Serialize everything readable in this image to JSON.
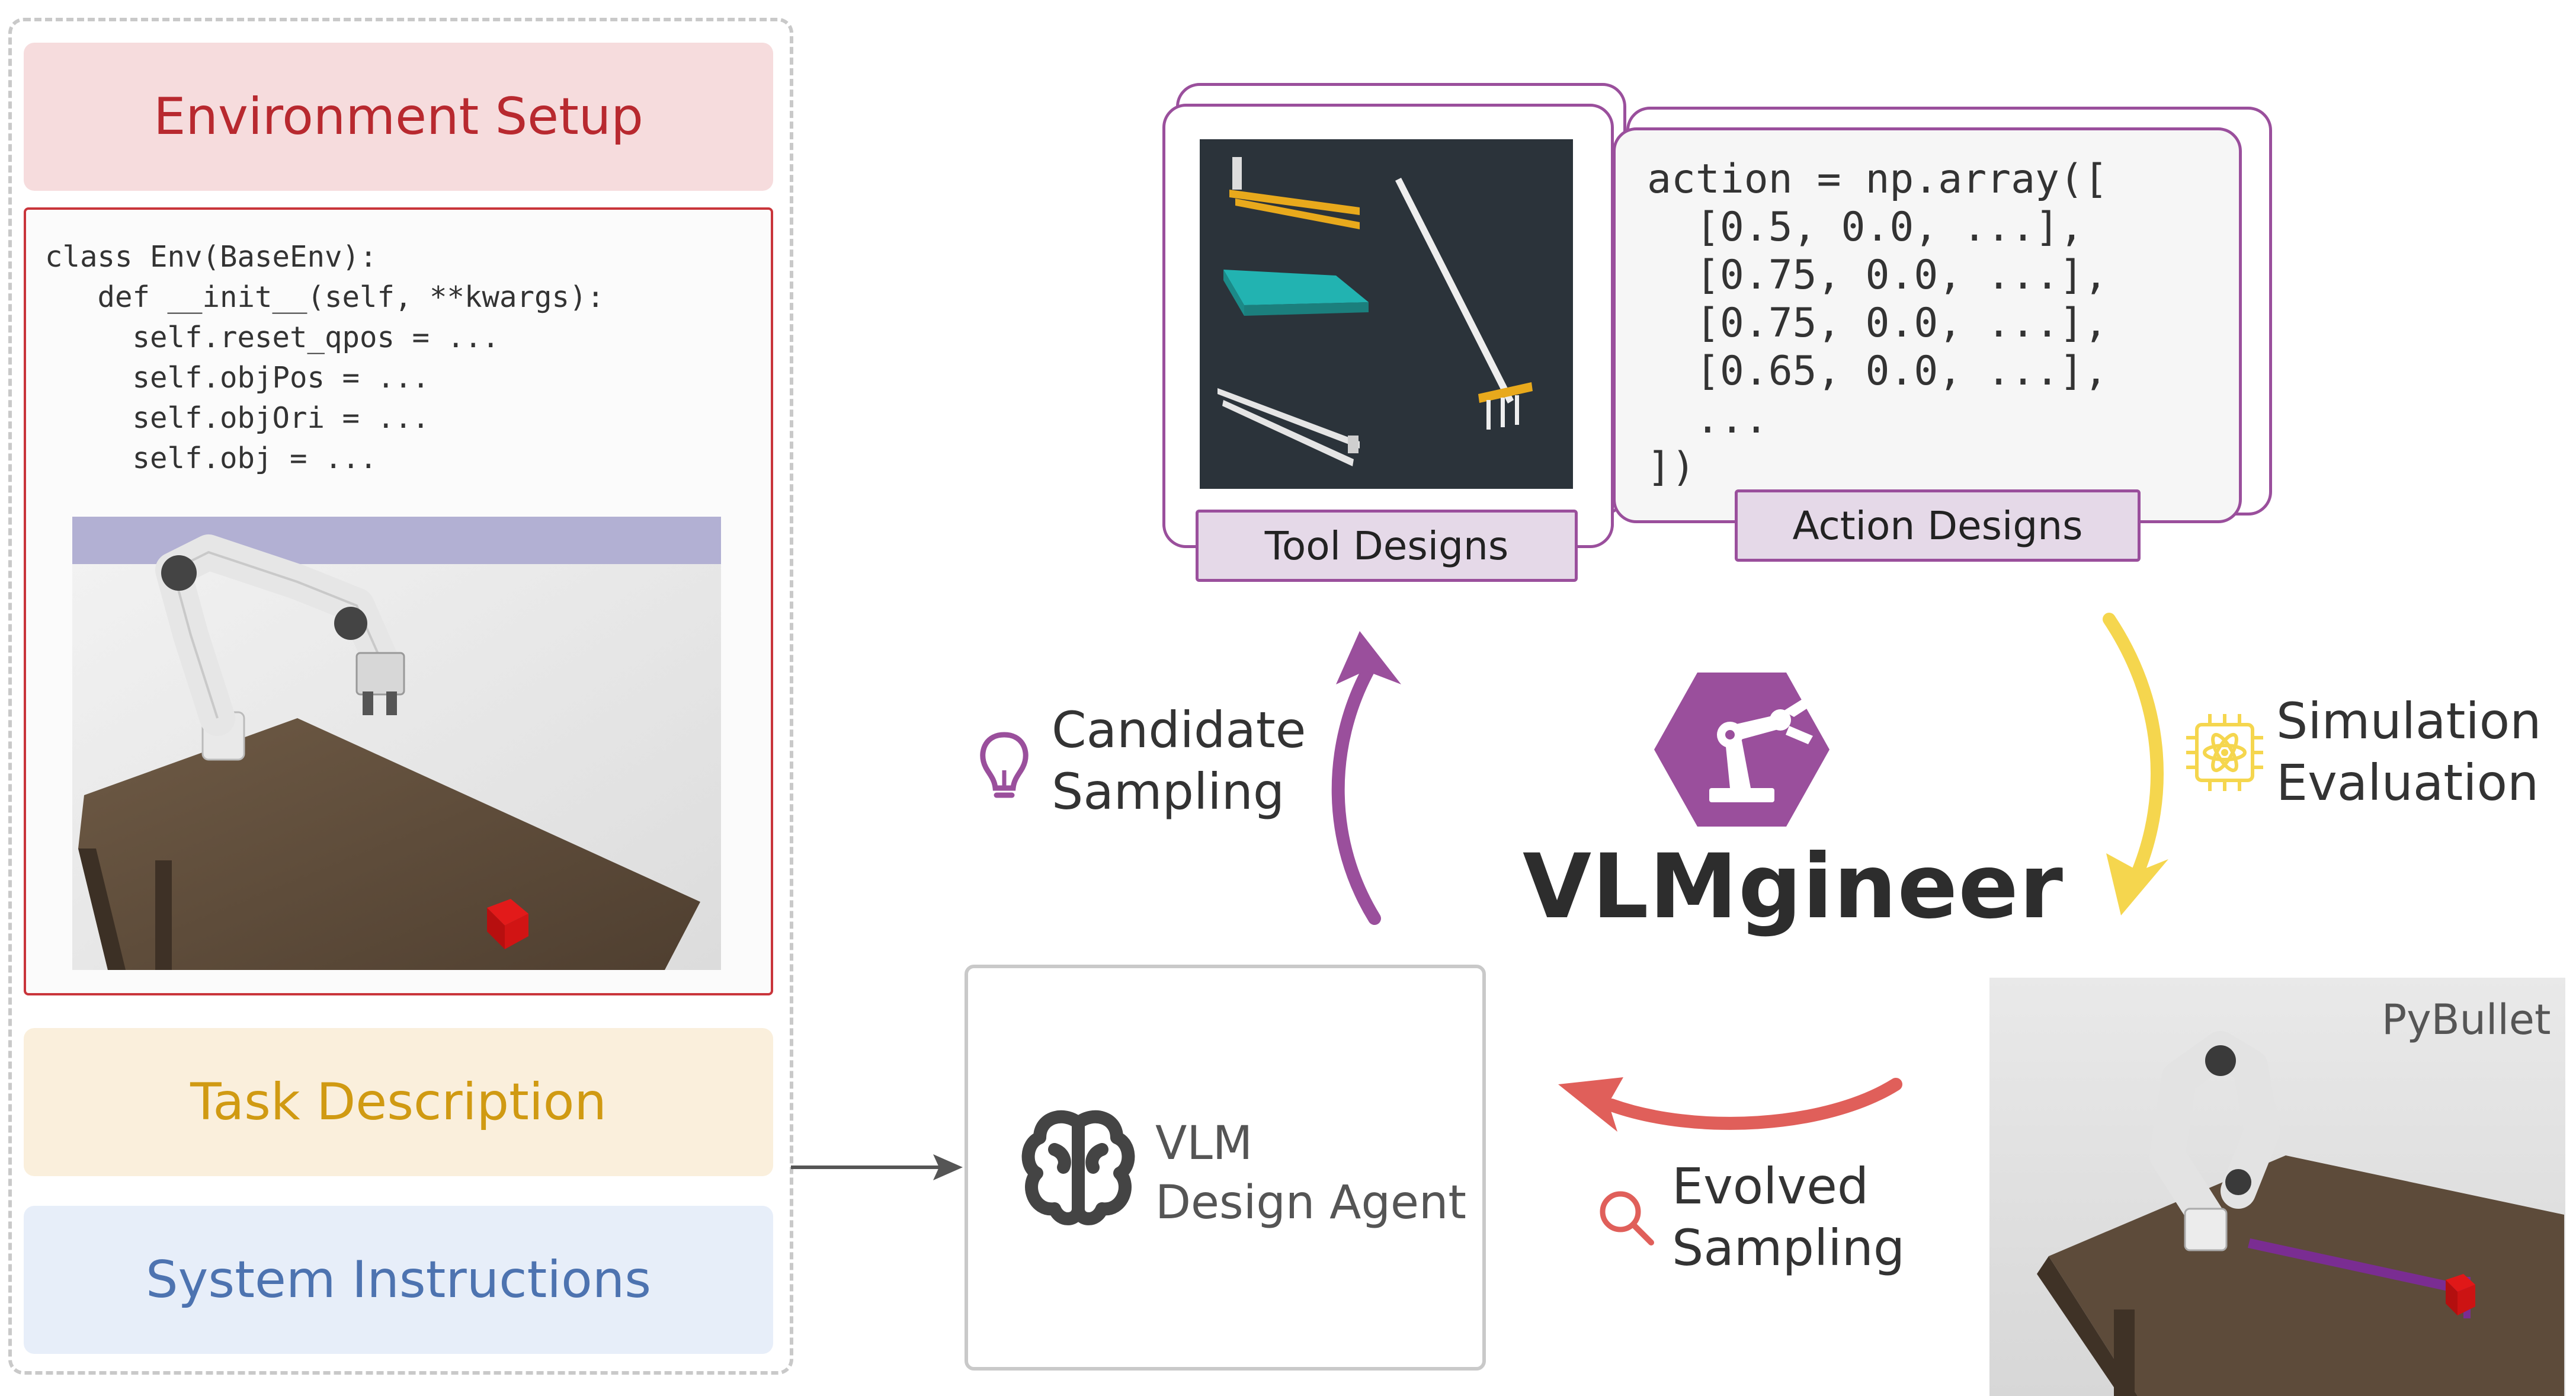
{
  "left_panel": {
    "env_setup_title": "Environment Setup",
    "code_lines": [
      "class Env(BaseEnv):",
      "   def __init__(self, **kwargs):",
      "     self.reset_qpos = ...",
      "     self.objPos = ...",
      "     self.objOri = ...",
      "     self.obj = ..."
    ],
    "task_description": "Task Description",
    "system_instructions": "System Instructions"
  },
  "agent": {
    "line1": "VLM",
    "line2": "Design Agent",
    "icon": "brain-icon"
  },
  "tool_designs": {
    "label": "Tool Designs"
  },
  "action_designs": {
    "label": "Action Designs",
    "code": "action = np.array([\n  [0.5, 0.0, ...],\n  [0.75, 0.0, ...],\n  [0.75, 0.0, ...],\n  [0.65, 0.0, ...],\n  ...\n])"
  },
  "cycle": {
    "candidate_sampling": {
      "line1": "Candidate",
      "line2": "Sampling",
      "icon": "lightbulb-icon",
      "color": "#9a4f9c"
    },
    "simulation_evaluation": {
      "line1": "Simulation",
      "line2": "Evaluation",
      "icon": "chip-atom-icon",
      "color": "#f5d64e"
    },
    "evolved_sampling": {
      "line1": "Evolved",
      "line2": "Sampling",
      "icon": "magnifier-icon",
      "color": "#e05f5a"
    }
  },
  "title": "VLMgineer",
  "title_icon": "robot-arm-hexagon-icon",
  "result": {
    "engine_label": "PyBullet"
  },
  "colors": {
    "purple": "#9a4f9c",
    "red": "#c9353b",
    "yellow": "#f5d64e",
    "coral": "#e05f5a"
  }
}
